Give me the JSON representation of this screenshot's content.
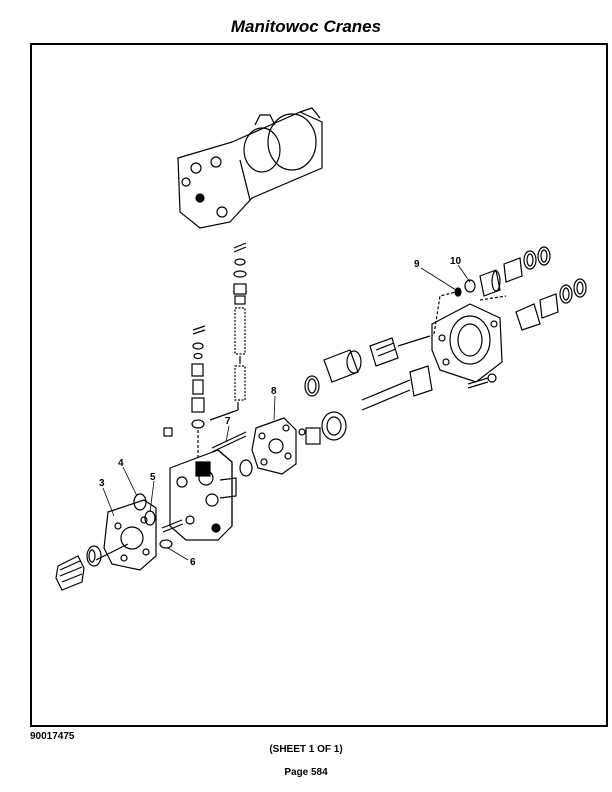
{
  "header": {
    "title": "Manitowoc Cranes"
  },
  "drawing": {
    "callouts": [
      "3",
      "4",
      "5",
      "6",
      "7",
      "8",
      "9",
      "10"
    ]
  },
  "footer": {
    "doc_number": "90017475",
    "sheet_label": "(SHEET 1 OF 1)",
    "page_label": "Page 584"
  }
}
